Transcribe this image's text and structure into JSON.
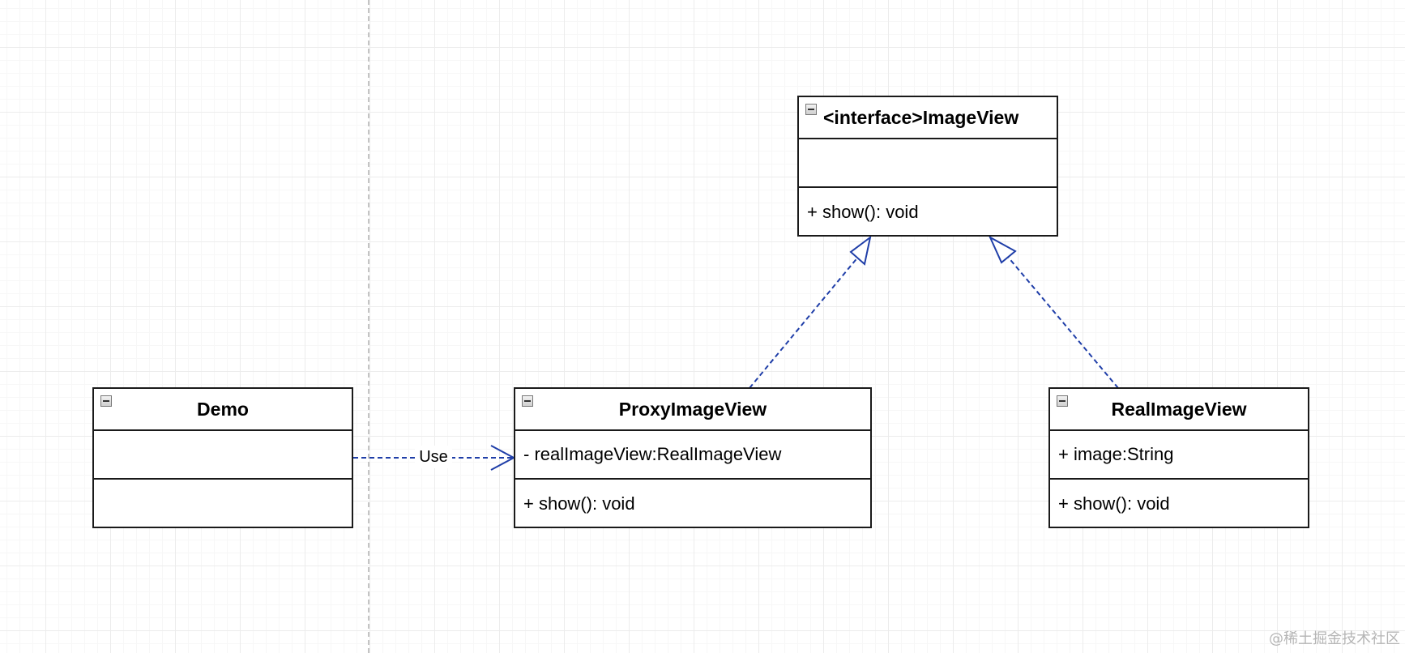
{
  "colors": {
    "class_border": "#1a1a1a",
    "connector": "#1f3ea8",
    "grid": "#ececec"
  },
  "classes": {
    "interface": {
      "title": "<interface>ImageView",
      "attributes": "",
      "operations": "+ show(): void"
    },
    "demo": {
      "title": "Demo",
      "attributes": "",
      "operations": ""
    },
    "proxy": {
      "title": "ProxyImageView",
      "attributes": "- realImageView:RealImageView",
      "operations": "+ show(): void"
    },
    "real": {
      "title": "RealImageView",
      "attributes": "+ image:String",
      "operations": "+ show(): void"
    }
  },
  "relations": {
    "use_label": "Use",
    "realization_proxy": "realization",
    "realization_real": "realization",
    "dependency": "dependency"
  },
  "watermark": "@稀土掘金技术社区"
}
